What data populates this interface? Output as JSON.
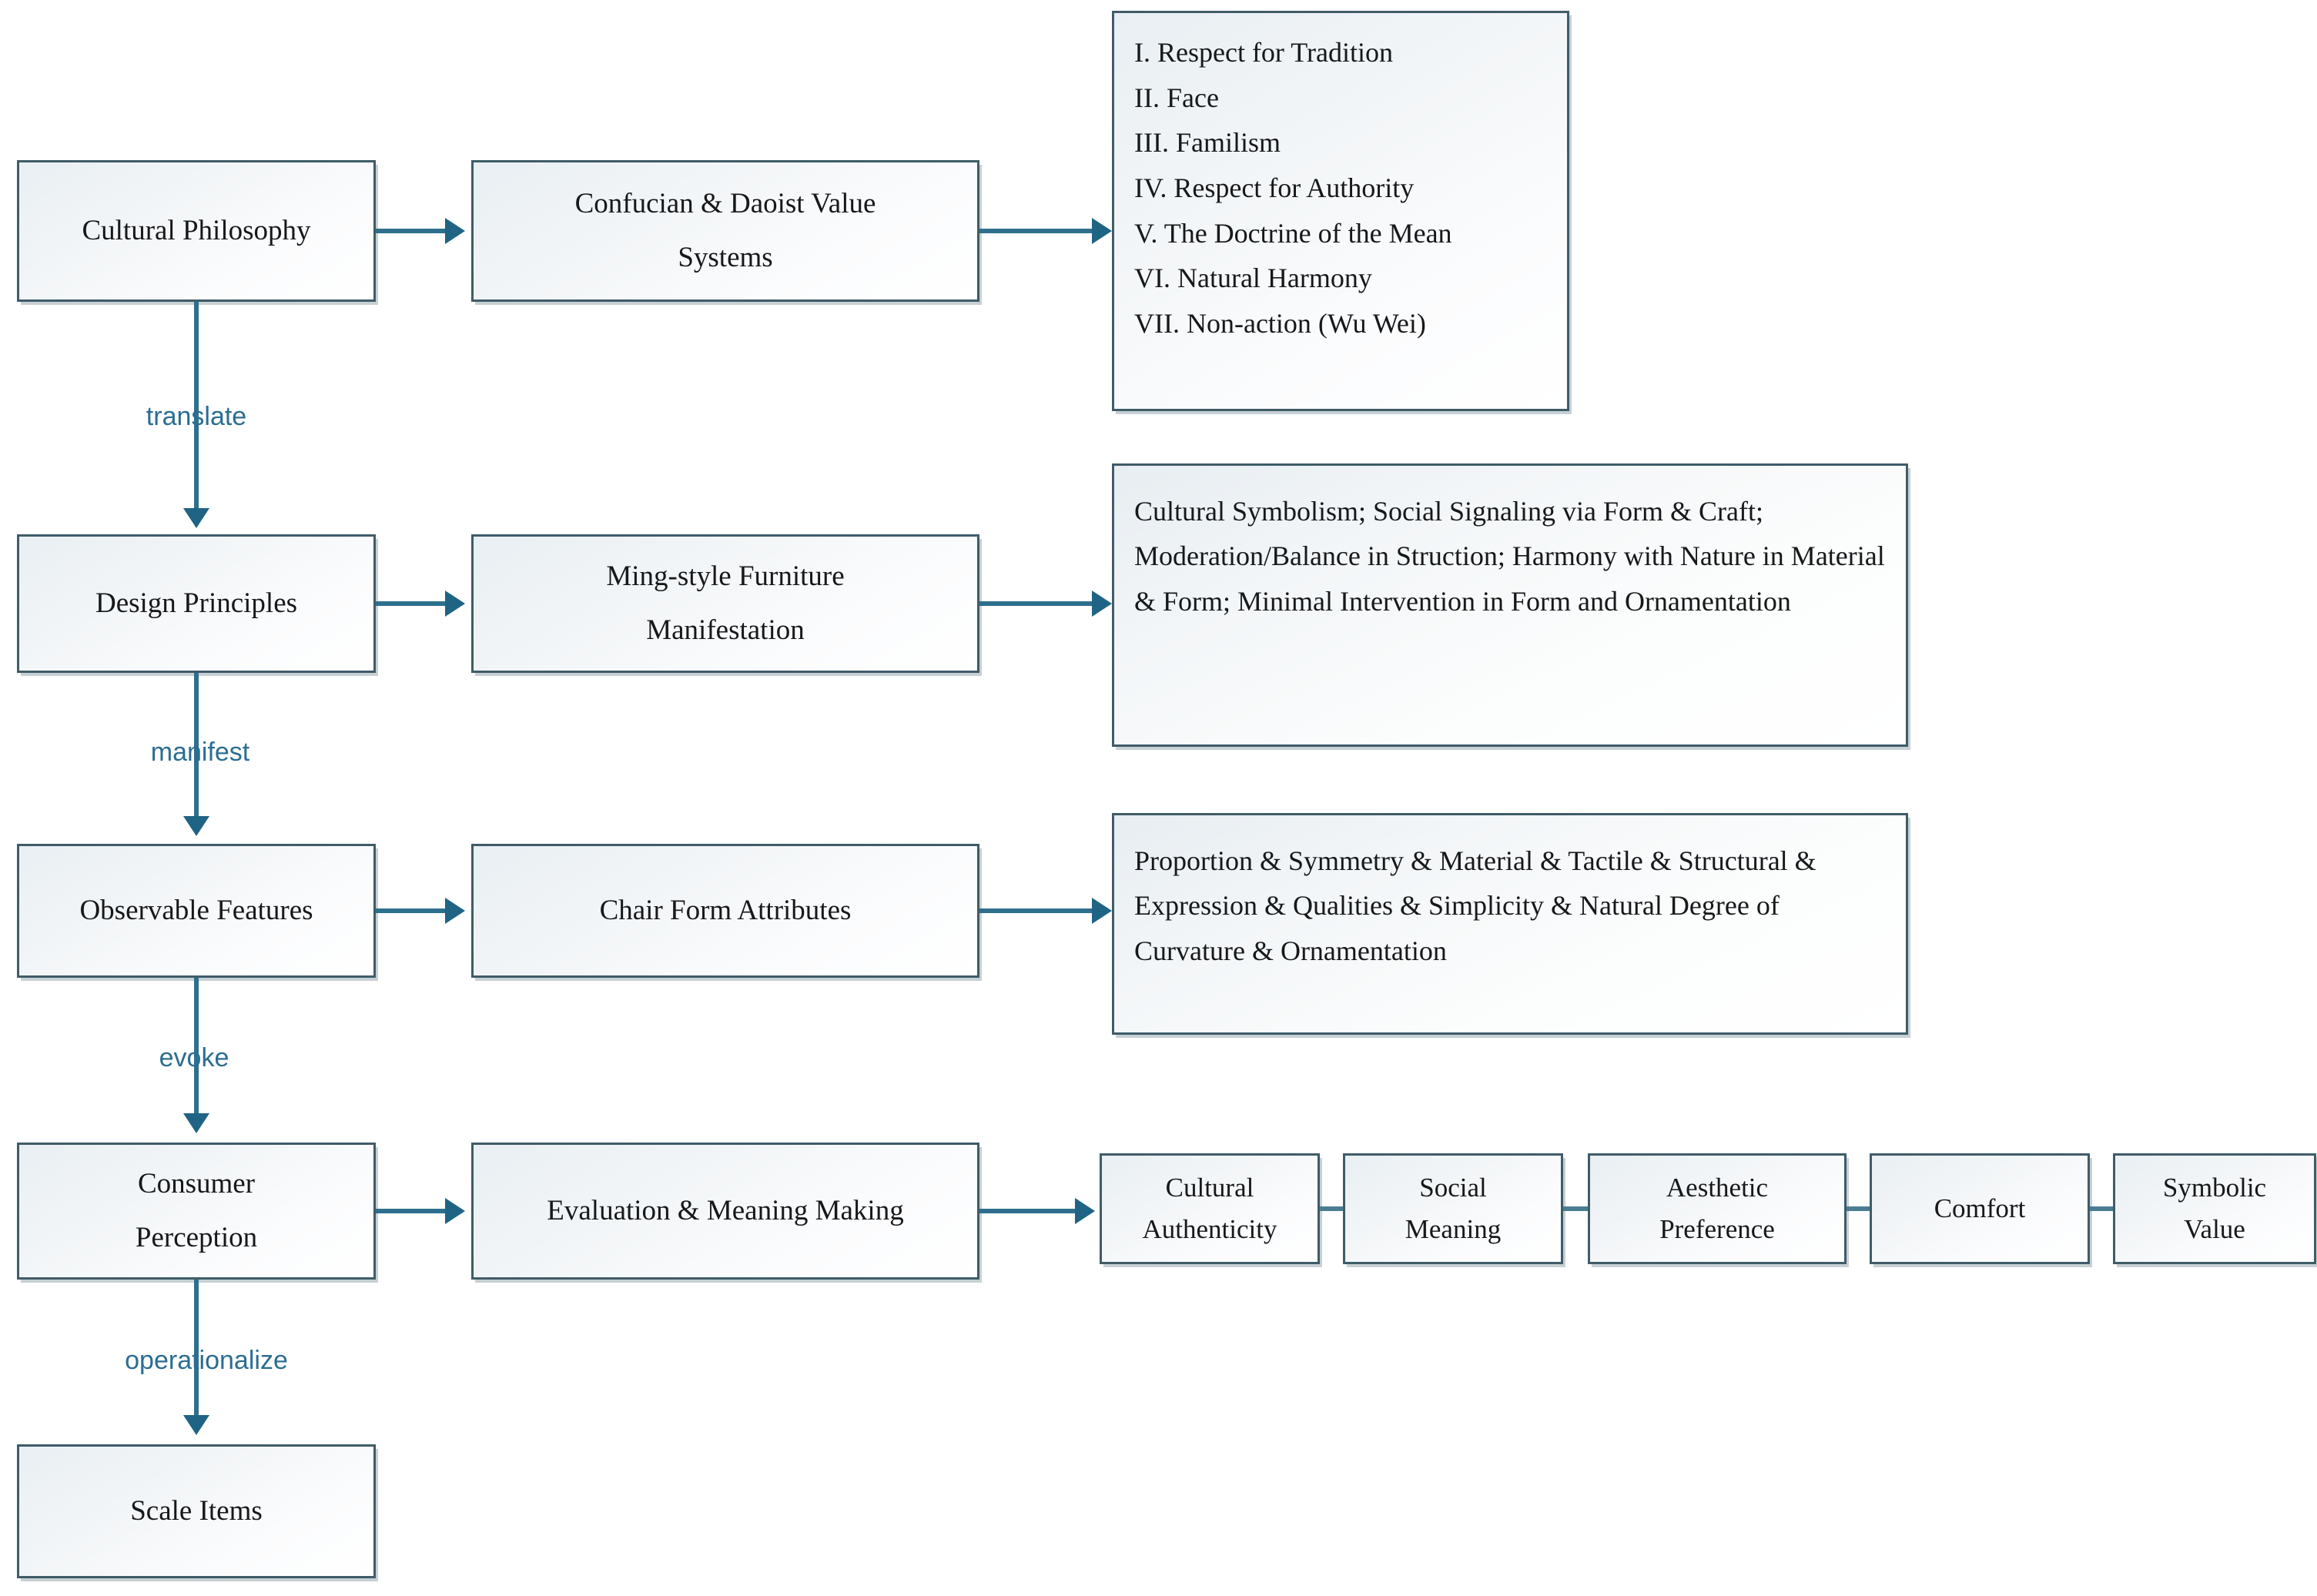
{
  "diagram": {
    "title": "Cultural Philosophy to Scale Items Conceptual Framework",
    "accent_color": "#2e6f8e",
    "edge_label_color": "#2b6d92",
    "node_border_color": "#3f5c68",
    "text_color": "#17181a"
  },
  "stages": [
    {
      "id": "cultural-philosophy",
      "label": "Cultural Philosophy",
      "lines": [
        "Cultural Philosophy"
      ]
    },
    {
      "id": "design-principles",
      "label": "Design Principles",
      "lines": [
        "Design Principles"
      ]
    },
    {
      "id": "observable-features",
      "label": "Observable Features",
      "lines": [
        "Observable Features"
      ]
    },
    {
      "id": "consumer-perception",
      "label": "Consumer Perception",
      "lines": [
        "Consumer",
        "Perception"
      ]
    },
    {
      "id": "scale-items",
      "label": "Scale Items",
      "lines": [
        "Scale Items"
      ]
    }
  ],
  "edge_labels": [
    {
      "id": "translate",
      "text": "translate"
    },
    {
      "id": "manifest",
      "text": "manifest"
    },
    {
      "id": "evoke",
      "text": "evoke"
    },
    {
      "id": "operationalize",
      "text": "operationalize"
    }
  ],
  "middle_nodes": [
    {
      "id": "confucian-daoist-value-systems",
      "lines": [
        "Confucian & Daoist Value",
        "Systems"
      ]
    },
    {
      "id": "ming-style-furniture-manifestation",
      "lines": [
        "Ming-style Furniture",
        "Manifestation"
      ]
    },
    {
      "id": "chair-form-attributes",
      "lines": [
        "Chair Form Attributes"
      ]
    },
    {
      "id": "evaluation-meaning-making",
      "lines": [
        "Evaluation & Meaning Making"
      ]
    }
  ],
  "value_systems_list": {
    "id": "value-systems-list",
    "items": [
      "I. Respect for Tradition",
      "II. Face",
      "III. Familism",
      "IV. Respect for Authority",
      "V. The Doctrine of the Mean",
      "VI. Natural Harmony",
      "VII. Non-action (Wu Wei)"
    ]
  },
  "design_principles_text": {
    "id": "design-principles-detail",
    "text": "Cultural Symbolism; Social Signaling via Form & Craft; Moderation/Balance in Struction; Harmony with Nature in Material & Form; Minimal Intervention in Form and Ornamentation"
  },
  "chair_attributes_text": {
    "id": "chair-attributes-detail",
    "text": "Proportion & Symmetry & Material & Tactile & Structural & Expression & Qualities & Simplicity & Natural Degree of Curvature & Ornamentation"
  },
  "perception_facets": [
    {
      "id": "cultural-authenticity",
      "lines": [
        "Cultural",
        "Authenticity"
      ]
    },
    {
      "id": "social-meaning",
      "lines": [
        "Social",
        "Meaning"
      ]
    },
    {
      "id": "aesthetic-preference",
      "lines": [
        "Aesthetic",
        "Preference"
      ]
    },
    {
      "id": "comfort",
      "lines": [
        "Comfort"
      ]
    },
    {
      "id": "symbolic-value",
      "lines": [
        "Symbolic",
        "Value"
      ]
    }
  ]
}
